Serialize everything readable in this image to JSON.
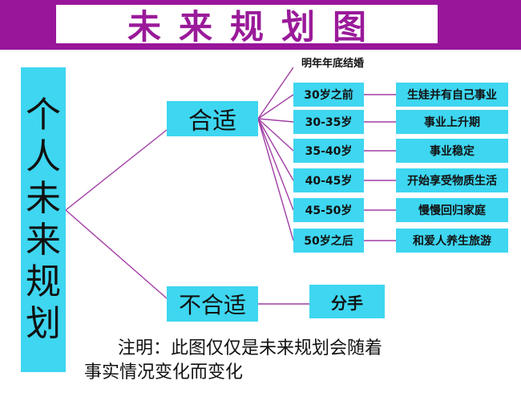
{
  "title": "未来规划图",
  "root": [
    "个",
    "人",
    "未",
    "来",
    "规",
    "划"
  ],
  "branches": {
    "fit": "合适",
    "unfit": "不合适"
  },
  "fit_top_item": "明年年底结婚",
  "fit_items": [
    {
      "stage": "30岁之前",
      "detail": "生娃并有自己事业"
    },
    {
      "stage": "30-35岁",
      "detail": "事业上升期"
    },
    {
      "stage": "35-40岁",
      "detail": "事业稳定"
    },
    {
      "stage": "40-45岁",
      "detail": "开始享受物质生活"
    },
    {
      "stage": "45-50岁",
      "detail": "慢慢回归家庭"
    },
    {
      "stage": "50岁之后",
      "detail": "和爱人养生旅游"
    }
  ],
  "unfit_item": "分手",
  "note": {
    "line1": "注明：此图仅仅是未来规划会随着",
    "line2": "事实情况变化而变化"
  },
  "colors": {
    "header": "#99169a",
    "box": "#3ed6f0",
    "connector": "#a13ea5"
  }
}
